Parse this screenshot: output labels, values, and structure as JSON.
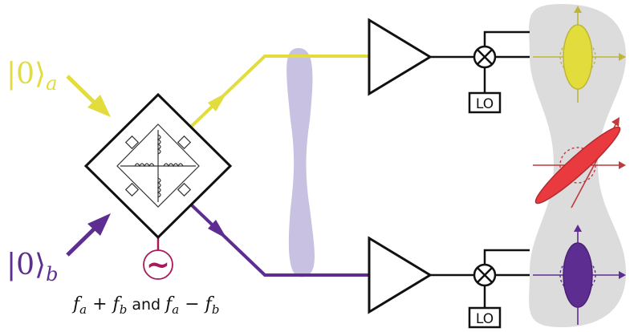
{
  "inputs": {
    "a": {
      "ket": "|0⟩",
      "subscript": "a",
      "color": "#e2dc3c"
    },
    "b": {
      "ket": "|0⟩",
      "subscript": "b",
      "color": "#5e2d91"
    }
  },
  "pump": {
    "symbol": "~",
    "color": "#a8195c",
    "label": {
      "fa": "f",
      "fa_sub": "a",
      "plus": " + ",
      "fb": "f",
      "fb_sub": "b",
      "and": " and ",
      "fa2": "f",
      "fa2_sub": "a",
      "minus": " − ",
      "fb2": "f",
      "fb2_sub": "b"
    }
  },
  "detectors": {
    "top_lo": "LO",
    "bottom_lo": "LO"
  },
  "colors": {
    "signal_a": "#e2dc3c",
    "signal_b": "#5e2d91",
    "entangled": "#e83a3f",
    "entangled_dash": "#b32b2f",
    "channel": "#c9c1e1",
    "panel": "#dcdcdc",
    "stroke": "#111111"
  }
}
